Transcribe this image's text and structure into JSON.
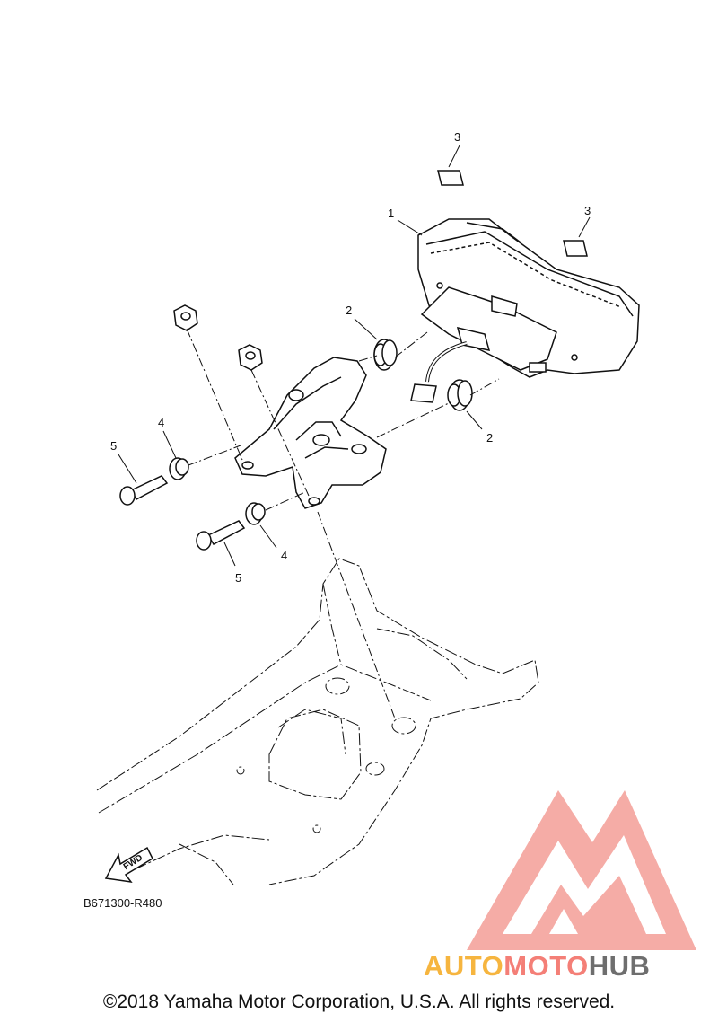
{
  "callouts": {
    "meter_assembly": "1",
    "damper_upper": "2",
    "damper_lower": "2",
    "pad_upper": "3",
    "pad_right": "3",
    "collar_upper": "4",
    "collar_lower": "4",
    "bolt_upper": "5",
    "bolt_lower": "5"
  },
  "diagram_code": "B671300-R480",
  "fwd_label": "FWD",
  "brand": {
    "part1": "AUTO",
    "part2": "MOTO",
    "part3": "HUB",
    "colors": {
      "part1": "#f6b53f",
      "part2": "#f47f77",
      "part3": "#6e6e6e",
      "logo": "#f4a39c"
    }
  },
  "copyright": "©2018 Yamaha Motor Corporation, U.S.A. All rights reserved."
}
